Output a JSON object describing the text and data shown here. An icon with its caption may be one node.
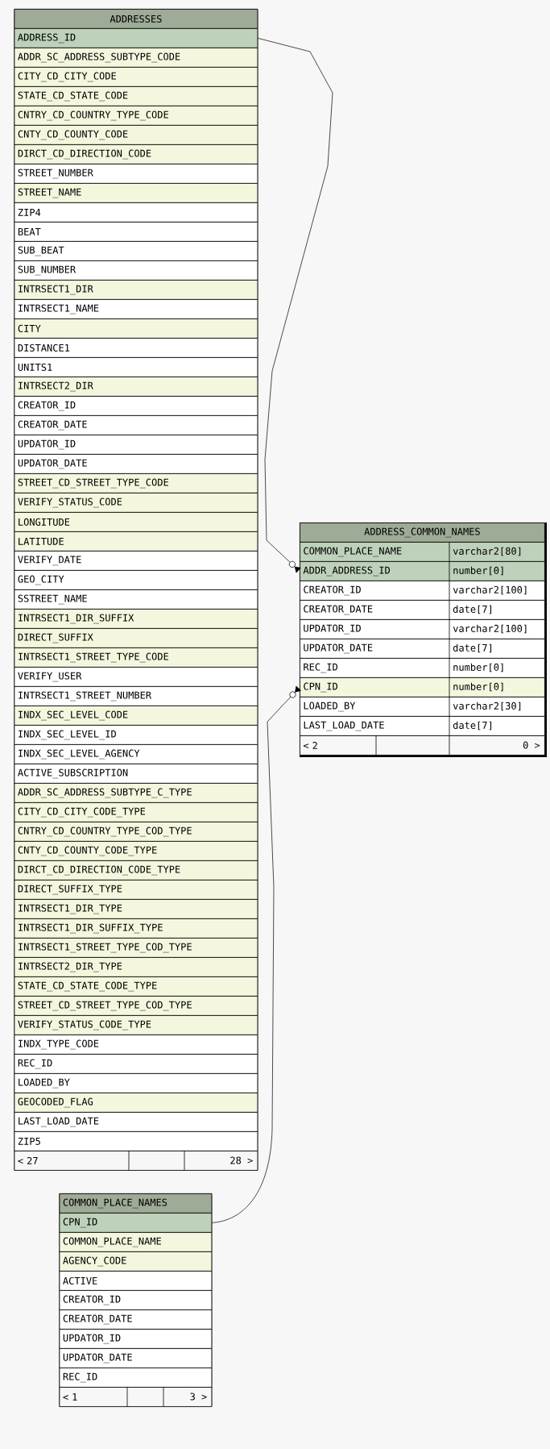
{
  "diagram": {
    "nodes": [
      {
        "text": [
          "ADDRESSES"
        ]
      },
      {
        "text": [
          "ADDRESS_ID"
        ],
        "in": 0
      },
      {
        "text": [
          "ADDR_SC_ADDRESS_SUBTYPE_CODE"
        ],
        "in": 0
      },
      {
        "text": [
          "CITY_CD_CITY_CODE"
        ],
        "in": 0
      },
      {
        "text": [
          "STATE_CD_STATE_CODE"
        ],
        "in": 0
      },
      {
        "text": [
          "CNTRY_CD_COUNTRY_TYPE_CODE"
        ],
        "in": 0
      },
      {
        "text": [
          "CNTY_CD_COUNTY_CODE"
        ],
        "in": 0
      },
      {
        "text": [
          "DIRCT_CD_DIRECTION_CODE"
        ],
        "in": 0
      },
      {
        "text": [
          "STREET_NUMBER"
        ],
        "in": 0
      },
      {
        "text": [
          "STREET_NAME"
        ],
        "in": 0
      },
      {
        "text": [
          "ZIP4"
        ],
        "in": 0
      },
      {
        "text": [
          "BEAT"
        ],
        "in": 0
      },
      {
        "text": [
          "SUB_BEAT"
        ],
        "in": 0
      },
      {
        "text": [
          "SUB_NUMBER"
        ],
        "in": 0
      },
      {
        "text": [
          "INTRSECT1_DIR"
        ],
        "in": 0
      },
      {
        "text": [
          "INTRSECT1_NAME"
        ],
        "in": 0
      },
      {
        "text": [
          "CITY"
        ],
        "in": 0
      },
      {
        "text": [
          "DISTANCE1"
        ],
        "in": 0
      },
      {
        "text": [
          "UNITS1"
        ],
        "in": 0
      },
      {
        "text": [
          "INTRSECT2_DIR"
        ],
        "in": 0
      },
      {
        "text": [
          "CREATOR_ID"
        ],
        "in": 0
      },
      {
        "text": [
          "CREATOR_DATE"
        ],
        "in": 0
      },
      {
        "text": [
          "UPDATOR_ID"
        ],
        "in": 0
      },
      {
        "text": [
          "UPDATOR_DATE"
        ],
        "in": 0
      },
      {
        "text": [
          "STREET_CD_STREET_TYPE_CODE"
        ],
        "in": 0
      },
      {
        "text": [
          "VERIFY_STATUS_CODE"
        ],
        "in": 0
      },
      {
        "text": [
          "LONGITUDE"
        ],
        "in": 0
      },
      {
        "text": [
          "LATITUDE"
        ],
        "in": 0
      },
      {
        "text": [
          "VERIFY_DATE"
        ],
        "in": 0
      },
      {
        "text": [
          "GEO_CITY"
        ],
        "in": 0
      },
      {
        "text": [
          "SSTREET_NAME"
        ],
        "in": 0
      },
      {
        "text": [
          "INTRSECT1_DIR_SUFFIX"
        ],
        "in": 0
      },
      {
        "text": [
          "DIRECT_SUFFIX"
        ],
        "in": 0
      },
      {
        "text": [
          "INTRSECT1_STREET_TYPE_CODE"
        ],
        "in": 0
      },
      {
        "text": [
          "VERIFY_USER"
        ],
        "in": 0
      },
      {
        "text": [
          "INTRSECT1_STREET_NUMBER"
        ],
        "in": 0
      },
      {
        "text": [
          "INDX_SEC_LEVEL_CODE"
        ],
        "in": 0
      },
      {
        "text": [
          "INDX_SEC_LEVEL_ID"
        ],
        "in": 0
      },
      {
        "text": [
          "INDX_SEC_LEVEL_AGENCY"
        ],
        "in": 0
      },
      {
        "text": [
          "ACTIVE_SUBSCRIPTION"
        ],
        "in": 0
      },
      {
        "text": [
          "ADDR_SC_ADDRESS_SUBTYPE_C_TYPE"
        ],
        "in": 0
      },
      {
        "text": [
          "CITY_CD_CITY_CODE_TYPE"
        ],
        "in": 0
      },
      {
        "text": [
          "CNTRY_CD_COUNTRY_TYPE_COD_TYPE"
        ],
        "in": 0
      },
      {
        "text": [
          "CNTY_CD_COUNTY_CODE_TYPE"
        ],
        "in": 0
      },
      {
        "text": [
          "DIRCT_CD_DIRECTION_CODE_TYPE"
        ],
        "in": 0
      },
      {
        "text": [
          "DIRECT_SUFFIX_TYPE"
        ],
        "in": 0
      },
      {
        "text": [
          "INTRSECT1_DIR_TYPE"
        ],
        "in": 0
      },
      {
        "text": [
          "INTRSECT1_DIR_SUFFIX_TYPE"
        ],
        "in": 0
      },
      {
        "text": [
          "INTRSECT1_STREET_TYPE_COD_TYPE"
        ],
        "in": 0
      },
      {
        "text": [
          "INTRSECT2_DIR_TYPE"
        ],
        "in": 0
      },
      {
        "text": [
          "STATE_CD_STATE_CODE_TYPE"
        ],
        "in": 0
      },
      {
        "text": [
          "STREET_CD_STREET_TYPE_COD_TYPE"
        ],
        "in": 0
      },
      {
        "text": [
          "VERIFY_STATUS_CODE_TYPE"
        ],
        "in": 0
      },
      {
        "text": [
          "INDX_TYPE_CODE"
        ],
        "in": 0
      },
      {
        "text": [
          "REC_ID"
        ],
        "in": 0
      },
      {
        "text": [
          "LOADED_BY"
        ],
        "in": 0
      },
      {
        "text": [
          "GEOCODED_FLAG"
        ],
        "in": 0
      },
      {
        "text": [
          "LAST_LOAD_DATE"
        ],
        "in": 0
      },
      {
        "text": [
          "ZIP5"
        ],
        "in": 0
      },
      {
        "text": [
          "< 27",
          "28 >"
        ],
        "in": 0
      },
      {
        "text": [
          "ADDRESS_COMMON_NAMES"
        ]
      },
      {
        "text": [
          "COMMON_PLACE_NAME",
          "varchar2[80]"
        ],
        "in": 60
      },
      {
        "text": [
          "ADDR_ADDRESS_ID",
          "number[0]"
        ],
        "in": 60
      },
      {
        "text": [
          "CREATOR_ID",
          "varchar2[100]"
        ],
        "in": 60
      },
      {
        "text": [
          "CREATOR_DATE",
          "date[7]"
        ],
        "in": 60
      },
      {
        "text": [
          "UPDATOR_ID",
          "varchar2[100]"
        ],
        "in": 60
      },
      {
        "text": [
          "UPDATOR_DATE",
          "date[7]"
        ],
        "in": 60
      },
      {
        "text": [
          "REC_ID",
          "number[0]"
        ],
        "in": 60
      },
      {
        "text": [
          "CPN_ID",
          "number[0]"
        ],
        "in": 60
      },
      {
        "text": [
          "LOADED_BY",
          "varchar2[30]"
        ],
        "in": 60
      },
      {
        "text": [
          "LAST_LOAD_DATE",
          "date[7]"
        ],
        "in": 60
      },
      {
        "text": [
          "< 2",
          "0 >"
        ],
        "in": 60
      },
      {
        "text": [
          "COMMON_PLACE_NAMES"
        ]
      },
      {
        "text": [
          "CPN_ID"
        ],
        "in": 72
      },
      {
        "text": [
          "COMMON_PLACE_NAME"
        ],
        "in": 72
      },
      {
        "text": [
          "AGENCY_CODE"
        ],
        "in": 72
      },
      {
        "text": [
          "ACTIVE"
        ],
        "in": 72
      },
      {
        "text": [
          "CREATOR_ID"
        ],
        "in": 72
      },
      {
        "text": [
          "CREATOR_DATE"
        ],
        "in": 72
      },
      {
        "text": [
          "UPDATOR_ID"
        ],
        "in": 72
      },
      {
        "text": [
          "UPDATOR_DATE"
        ],
        "in": 72
      },
      {
        "text": [
          "REC_ID"
        ],
        "in": 72
      },
      {
        "text": [
          "< 1",
          "3 >"
        ],
        "in": 72
      }
    ],
    "edges": [
      {
        "from": 1,
        "to": 62,
        "arrow": "to"
      },
      {
        "from": 73,
        "to": 68,
        "arrow": "to"
      }
    ]
  }
}
